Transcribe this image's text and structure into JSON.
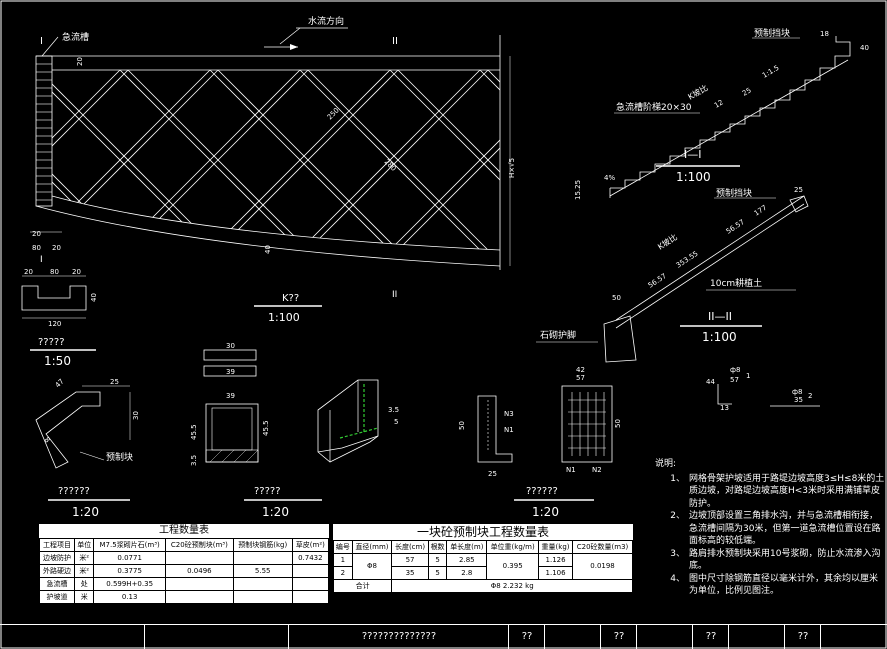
{
  "plan": {
    "section_mark_left": "I",
    "section_mark_right": "II",
    "chute_label": "急流槽",
    "flow_label": "水流方向",
    "dim_top": "20",
    "dim_250": "250",
    "dim_280": "280",
    "dim_40": "40",
    "dim_h": "H×√5",
    "dim_bottom_a": "20",
    "dim_bottom_b": "80",
    "dim_bottom_c": "20",
    "title": "K??",
    "scale": "1:100"
  },
  "section1": {
    "label_precast": "预制挡块",
    "label_step": "急流槽阶梯20×30",
    "slope": "1:1.5",
    "slope2": "1:1.5",
    "grade": "K坡比",
    "dim_18": "18",
    "dim_40": "40",
    "dim_12": "12",
    "dim_25": "25",
    "dim_4": "4%",
    "dim_15": "15.25",
    "title": "I—I",
    "scale": "1:100"
  },
  "section2": {
    "label_precast": "预制挡块",
    "label_fill": "10cm耕植土",
    "label_stone": "石砌护脚",
    "dim_a": "56.57",
    "dim_b": "353.55",
    "dim_c": "56.57",
    "dim_d": "177",
    "dim_e": "25",
    "dim_50": "50",
    "grade": "K坡比",
    "title": "II—II",
    "scale": "1:100"
  },
  "chute_section": {
    "dims": [
      "20",
      "80",
      "20",
      "120",
      "40"
    ],
    "title": "?????",
    "scale": "1:50"
  },
  "block_detail": {
    "label": "预制块",
    "dims": [
      "25",
      "30",
      "47",
      "8"
    ],
    "title": "??????",
    "scale": "1:20"
  },
  "block_elev": {
    "dims": [
      "30",
      "39",
      "45.5",
      "39",
      "3.5"
    ],
    "title": "?????",
    "scale": "1:20"
  },
  "rebar_detail": {
    "labels": [
      "N1",
      "N2",
      "N3"
    ],
    "dims": [
      "57",
      "42",
      "25"
    ],
    "title": "??????",
    "scale": "1:20"
  },
  "bar_marks": {
    "m1": "ф8",
    "m1b": "57",
    "m1c": "1",
    "m2": "ф8",
    "m2b": "35",
    "m2c": "2",
    "m3": "13",
    "m4": "44"
  },
  "table1": {
    "title": "工程数量表",
    "headers": [
      "工程项目",
      "单位",
      "M7.5浆砌片石(m³)",
      "C20砼预制块(m³)",
      "预制块钢筋(kg)",
      "草皮(m²)"
    ],
    "rows": [
      [
        "边坡防护",
        "米²",
        "0.0771",
        "",
        "",
        "0.7432"
      ],
      [
        "外路硬边",
        "米²",
        "0.3775",
        "0.0496",
        "5.55",
        ""
      ],
      [
        "急流槽",
        "处",
        "0.599H+0.35",
        "",
        "",
        ""
      ],
      [
        "护坡道",
        "米",
        "0.13",
        "",
        "",
        ""
      ]
    ]
  },
  "table2": {
    "title": "一块砼预制块工程数量表",
    "headers": [
      "编号",
      "直径(mm)",
      "长度(cm)",
      "根数",
      "单长度(m)",
      "单位重(kg/m)",
      "重量(kg)",
      "C20砼数量(m3)"
    ],
    "rows": [
      [
        "1",
        "Φ8",
        "57",
        "5",
        "2.85",
        "0.395",
        "1.126",
        "0.0198"
      ],
      [
        "2",
        "Φ8",
        "35",
        "5",
        "2.8",
        "0.395",
        "1.106",
        "0.0198"
      ]
    ],
    "total_label": "合计",
    "total_value": "Φ8   2.232 kg"
  },
  "notes": {
    "heading": "说明:",
    "items": [
      {
        "n": "1、",
        "text": "网格骨架护坡适用于路堤边坡高度3≤H≤8米的土质边坡，对路堤边坡高度H<3米时采用满铺草皮防护。"
      },
      {
        "n": "2、",
        "text": "边坡顶部设置三角排水沟，并与急流槽相衔接，急流槽间隔为30米，但第一道急流槽位置设在路面标高的较低端。"
      },
      {
        "n": "3、",
        "text": "路肩排水预制块采用10号浆砌，防止水流渗入沟底。"
      },
      {
        "n": "4、",
        "text": "图中尺寸除钢筋直径以毫米计外，其余均以厘米为单位，比例见图注。"
      }
    ]
  },
  "titlebar": {
    "drawing_name": "??????????????",
    "c1": "??",
    "c2": "??",
    "c3": "??",
    "c4": "??"
  }
}
